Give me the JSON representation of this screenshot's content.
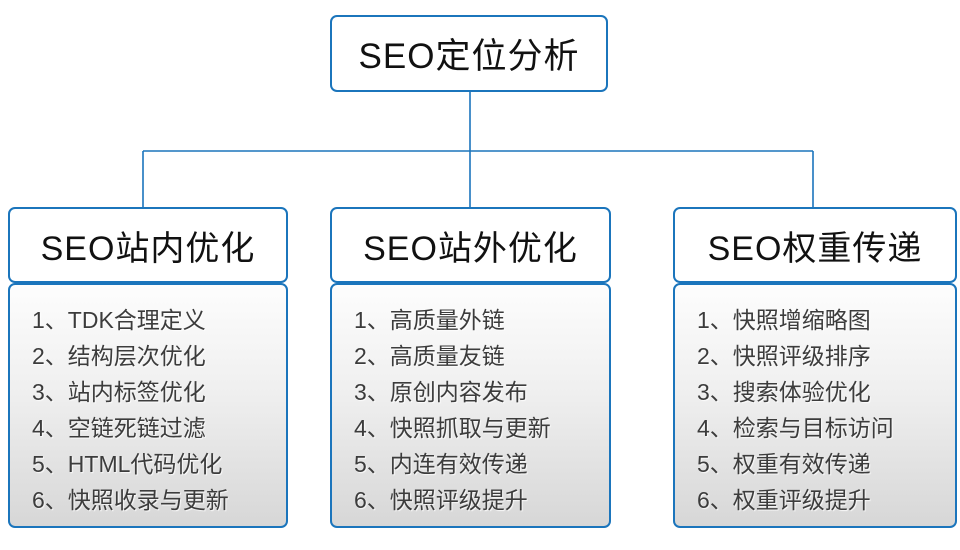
{
  "colors": {
    "border_blue": "#1b75bc",
    "header_text": "#111111",
    "list_text": "#3c3c3c",
    "list_gradient_top": "#fdfdfd",
    "list_gradient_bottom": "#d7d7d7"
  },
  "diagram": {
    "root": {
      "title": "SEO定位分析"
    },
    "branches": [
      {
        "title": "SEO站内优化",
        "items": [
          "1、TDK合理定义",
          "2、结构层次优化",
          "3、站内标签优化",
          "4、空链死链过滤",
          "5、HTML代码优化",
          "6、快照收录与更新"
        ]
      },
      {
        "title": "SEO站外优化",
        "items": [
          "1、高质量外链",
          "2、高质量友链",
          "3、原创内容发布",
          "4、快照抓取与更新",
          "5、内连有效传递",
          "6、快照评级提升"
        ]
      },
      {
        "title": "SEO权重传递",
        "items": [
          "1、快照增缩略图",
          "2、快照评级排序",
          "3、搜索体验优化",
          "4、检索与目标访问",
          "5、权重有效传递",
          "6、权重评级提升"
        ]
      }
    ]
  }
}
